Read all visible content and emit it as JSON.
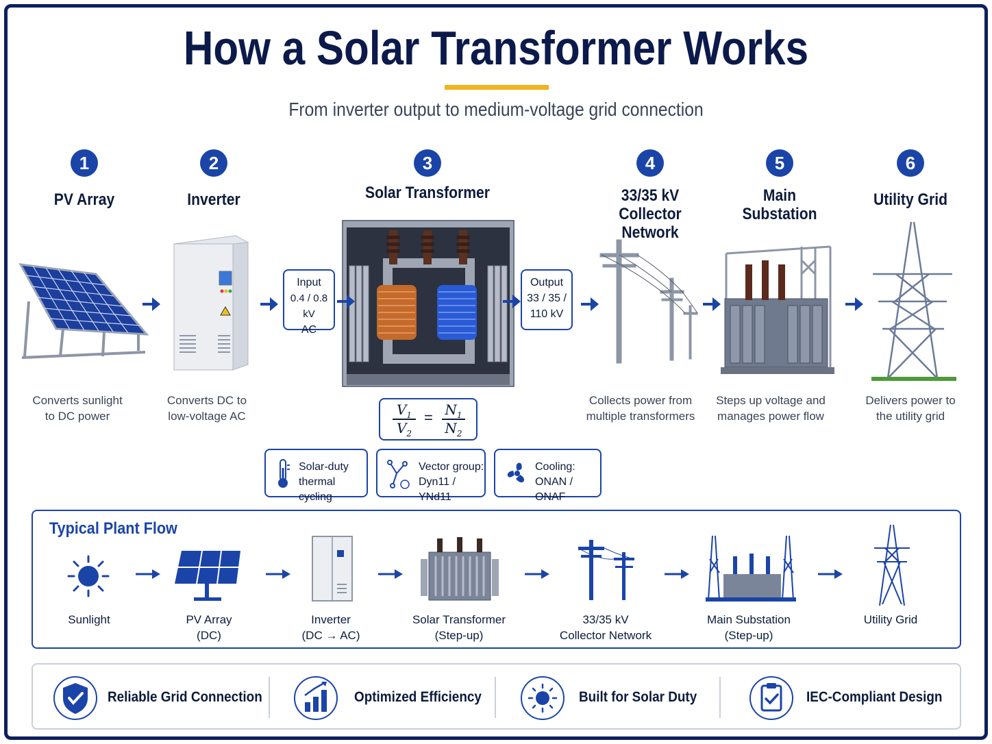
{
  "header": {
    "title": "How a Solar Transformer Works",
    "subtitle": "From inverter output to medium-voltage grid connection"
  },
  "steps": [
    {
      "num": "1",
      "title": "PV Array",
      "desc": [
        "Converts sunlight",
        "to DC power"
      ]
    },
    {
      "num": "2",
      "title": "Inverter",
      "desc": [
        "Converts DC to",
        "low-voltage AC"
      ]
    },
    {
      "num": "3",
      "title": "Solar Transformer",
      "desc": []
    },
    {
      "num": "4",
      "title": [
        "33/35 kV",
        "Collector Network"
      ],
      "desc": [
        "Collects power from",
        "multiple transformers"
      ]
    },
    {
      "num": "5",
      "title": [
        "Main",
        "Substation"
      ],
      "desc": [
        "Steps up voltage and",
        "manages power flow"
      ]
    },
    {
      "num": "6",
      "title": "Utility Grid",
      "desc": [
        "Delivers power to",
        "the utility grid"
      ]
    }
  ],
  "input_box": {
    "lines": [
      "Input",
      "0.4 / 0.8 kV",
      "AC"
    ]
  },
  "output_box": {
    "lines": [
      "Output",
      "33 / 35 /",
      "110 kV"
    ]
  },
  "formula": {
    "v1": "V",
    "v1_sub": "1",
    "v2": "V",
    "v2_sub": "2",
    "n1": "N",
    "n1_sub": "1",
    "n2": "N",
    "n2_sub": "2",
    "eq": "="
  },
  "features": [
    {
      "icon": "thermometer-icon",
      "lines": [
        "Solar-duty",
        "thermal cycling"
      ]
    },
    {
      "icon": "vector-group-icon",
      "lines": [
        "Vector group:",
        "Dyn11 / YNd11"
      ]
    },
    {
      "icon": "fan-icon",
      "lines": [
        "Cooling:",
        "ONAN / ONAF"
      ]
    }
  ],
  "plant_flow": {
    "title": "Typical Plant Flow",
    "items": [
      {
        "icon": "sun-icon",
        "lines": [
          "Sunlight"
        ]
      },
      {
        "icon": "pv-array-icon",
        "lines": [
          "PV Array",
          "(DC)"
        ]
      },
      {
        "icon": "inverter-icon",
        "lines": [
          "Inverter",
          "(DC → AC)"
        ]
      },
      {
        "icon": "transformer-icon",
        "lines": [
          "Solar Transformer",
          "(Step-up)"
        ]
      },
      {
        "icon": "power-lines-icon",
        "lines": [
          "33/35 kV",
          "Collector Network"
        ]
      },
      {
        "icon": "substation-icon",
        "lines": [
          "Main Substation",
          "(Step-up)"
        ]
      },
      {
        "icon": "tower-icon",
        "lines": [
          "Utility Grid"
        ]
      }
    ]
  },
  "benefits": [
    {
      "icon": "shield-check-icon",
      "label": "Reliable Grid Connection"
    },
    {
      "icon": "bar-chart-icon",
      "label": "Optimized Efficiency"
    },
    {
      "icon": "sun-icon",
      "label": "Built for Solar Duty"
    },
    {
      "icon": "clipboard-check-icon",
      "label": "IEC-Compliant Design"
    }
  ],
  "colors": {
    "primary": "#1a44a8",
    "navy": "#0b1a4a",
    "accent": "#f2b31b",
    "copper": "#c46a2b",
    "coil_blue": "#2a5bd6"
  }
}
